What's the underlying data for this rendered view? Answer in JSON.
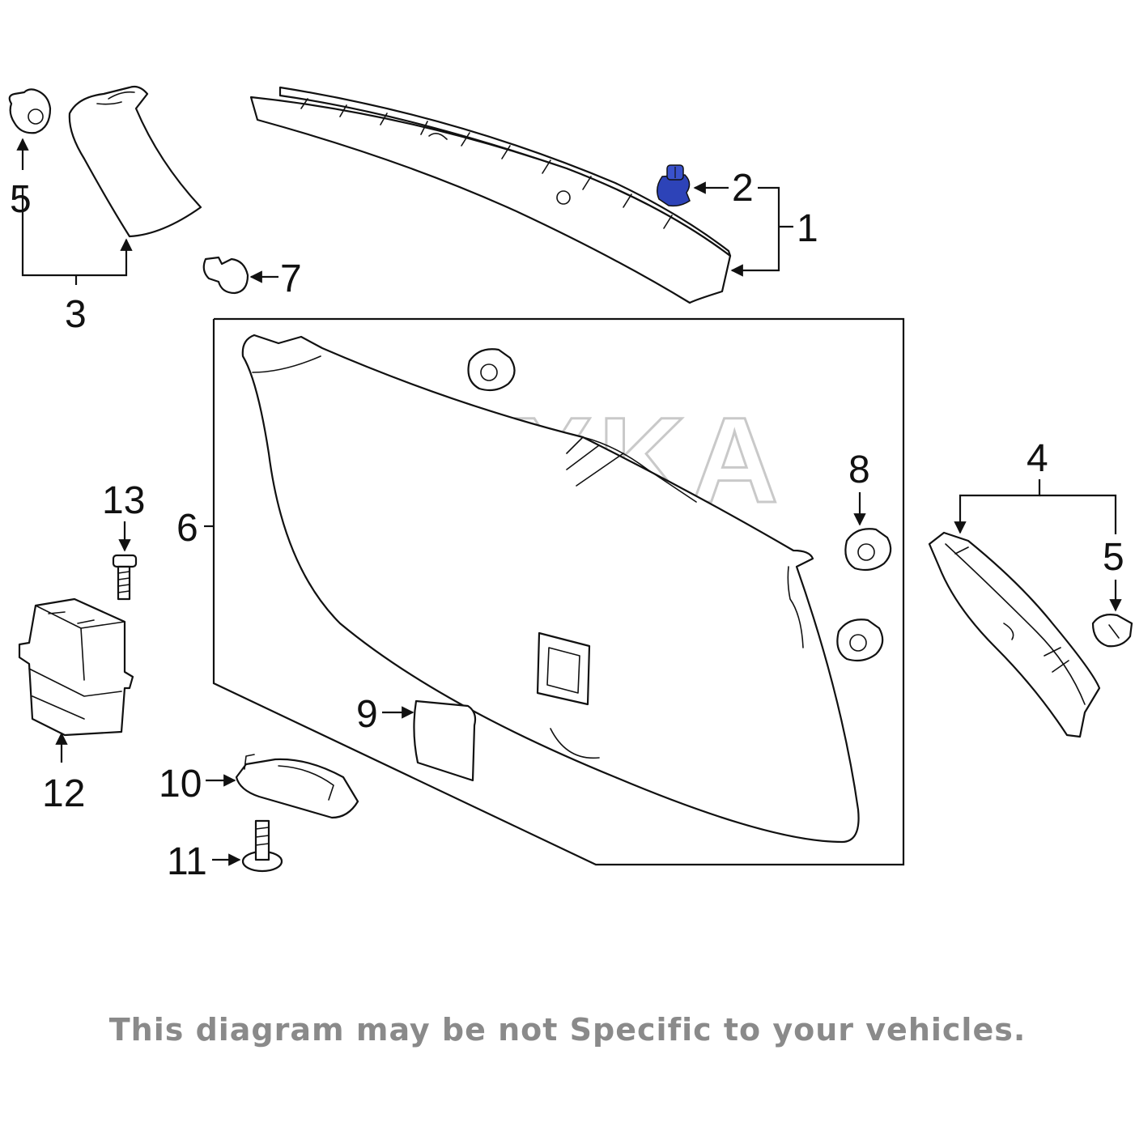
{
  "watermark": "REXKA",
  "disclaimer": "This diagram may be not Specific to your vehicles.",
  "highlight_color": "#2d43b8",
  "callouts": {
    "c1": "1",
    "c2": "2",
    "c3": "3",
    "c4": "4",
    "c5_left": "5",
    "c5_right": "5",
    "c6": "6",
    "c7": "7",
    "c8": "8",
    "c9": "9",
    "c10": "10",
    "c11": "11",
    "c12": "12",
    "c13": "13"
  },
  "parts": [
    {
      "id": "1",
      "icon": "garnish-trim-icon"
    },
    {
      "id": "2",
      "icon": "push-clip-icon",
      "highlighted": true
    },
    {
      "id": "3",
      "icon": "pillar-trim-icon"
    },
    {
      "id": "4",
      "icon": "side-trim-icon"
    },
    {
      "id": "5",
      "icon": "clip-icon"
    },
    {
      "id": "6",
      "icon": "liftgate-panel-icon"
    },
    {
      "id": "7",
      "icon": "retainer-icon"
    },
    {
      "id": "8",
      "icon": "grommet-icon"
    },
    {
      "id": "9",
      "icon": "cover-icon"
    },
    {
      "id": "10",
      "icon": "lamp-icon"
    },
    {
      "id": "11",
      "icon": "screw-icon"
    },
    {
      "id": "12",
      "icon": "switch-icon"
    },
    {
      "id": "13",
      "icon": "bolt-icon"
    }
  ]
}
